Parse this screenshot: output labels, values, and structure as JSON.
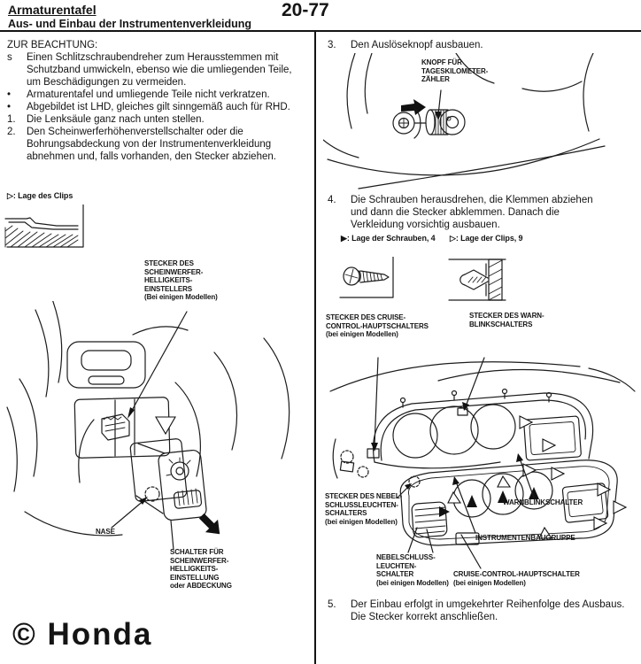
{
  "header": {
    "title": "Armaturentafel",
    "subtitle": "Aus- und Einbau der Instrumentenverkleidung",
    "page_number": "20-77"
  },
  "left": {
    "note_header": "ZUR BEACHTUNG:",
    "bullets": [
      {
        "marker": "s",
        "text": "Einen Schlitzschraubendreher zum Herausstemmen mit Schutzband umwickeln, ebenso wie die umliegenden Teile, um Beschädigungen zu vermeiden."
      },
      {
        "marker": "•",
        "text": "Armaturentafel und umliegende Teile nicht verkratzen."
      },
      {
        "marker": "•",
        "text": "Abgebildet ist LHD, gleiches gilt sinngemäß auch für RHD."
      }
    ],
    "steps": [
      {
        "num": "1.",
        "text": "Die Lenksäule ganz nach unten stellen."
      },
      {
        "num": "2.",
        "text": "Den Scheinwerferhöhenverstellschalter oder die Bohrungsabdeckung von der Instrumentenverkleidung abnehmen und, falls vorhanden, den Stecker abziehen."
      }
    ],
    "clip_legend": "▷:  Lage des Clips",
    "labels": {
      "connector": "STECKER DES\nSCHEINWERFER-\nHELLIGKEITS-\nEINSTELLERS\n(Bei einigen Modellen)",
      "tab": "NASE",
      "switch": "SCHALTER FÜR\nSCHEINWERFER-\nHELLIGKEITS-\nEINSTELLUNG\noder ABDECKUNG"
    }
  },
  "right": {
    "steps": [
      {
        "num": "3.",
        "text": "Den Auslöseknopf ausbauen."
      },
      {
        "num": "4.",
        "text": "Die Schrauben herausdrehen, die Klemmen abziehen und dann die Stecker abklemmen. Danach die Verkleidung vorsichtig ausbauen."
      },
      {
        "num": "5.",
        "text": "Der Einbau erfolgt in umgekehrter Reihenfolge des Ausbaus. Die Stecker korrekt anschließen."
      }
    ],
    "legend_screws": "▶:  Lage der Schrauben, 4",
    "legend_clips": "▷:  Lage der Clips, 9",
    "labels": {
      "trip_knob": "KNOPF FÜR\nTAGESKILOMETER-\nZÄHLER",
      "cruise_connector": "STECKER DES CRUISE-\nCONTROL-HAUPTSCHALTERS\n(bei einigen Modellen)",
      "hazard_connector": "STECKER DES WARN-\nBLINKSCHALTERS",
      "fog_connector": "STECKER DES NEBEL-\nSCHLUSSLEUCHTEN-\nSCHALTERS\n(bei einigen Modellen)",
      "hazard_switch": "WARNBLINKSCHALTER",
      "cluster": "INSTRUMENTENBAUGRUPPE",
      "fog_switch": "NEBELSCHLUSS-\nLEUCHTEN-\nSCHALTER\n(bei einigen Modellen)",
      "cruise_switch": "CRUISE-CONTROL-HAUPTSCHALTER\n(bei einigen Modellen)"
    }
  },
  "footer": {
    "copyright": "© Honda"
  }
}
